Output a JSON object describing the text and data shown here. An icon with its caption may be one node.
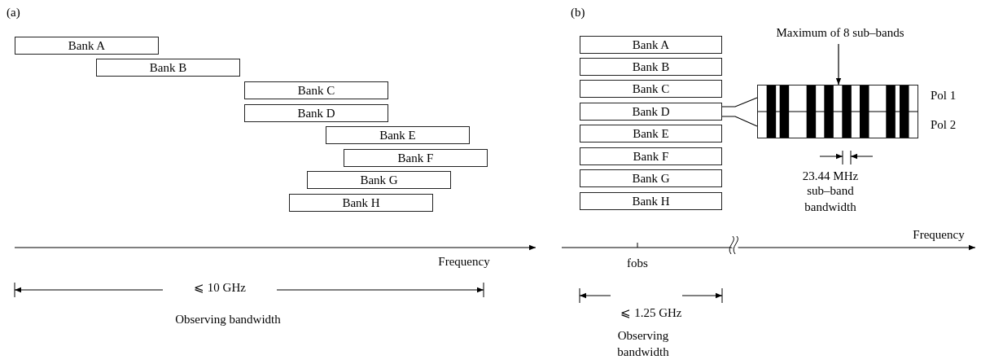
{
  "diagram": {
    "nodes": [
      {
        "text": [
          "Bank A"
        ]
      },
      {
        "text": [
          "Bank B"
        ]
      },
      {
        "text": [
          "Bank C"
        ]
      },
      {
        "text": [
          "Bank D"
        ]
      },
      {
        "text": [
          "Bank E"
        ]
      },
      {
        "text": [
          "Bank F"
        ]
      },
      {
        "text": [
          "Bank G"
        ]
      },
      {
        "text": [
          "Bank H"
        ]
      },
      {
        "text": [
          "Bank A"
        ]
      },
      {
        "text": [
          "Bank B"
        ]
      },
      {
        "text": [
          "Bank C"
        ]
      },
      {
        "text": [
          "Bank D"
        ]
      },
      {
        "text": [
          "Bank E"
        ]
      },
      {
        "text": [
          "Bank F"
        ]
      },
      {
        "text": [
          "Bank G"
        ]
      },
      {
        "text": [
          "Bank H"
        ]
      },
      {
        "text": [],
        "shape": "box",
        "beside": [
          "Pol 1",
          "Pol 2"
        ]
      },
      {
        "text": [
          "Maximum of 8 sub–bands"
        ]
      }
    ],
    "edges": [
      {
        "from": 17,
        "to": 16,
        "arrow": "to"
      },
      {
        "from": 11,
        "to": 16,
        "arrow": "none"
      },
      {
        "from": 11,
        "to": 16,
        "arrow": "none"
      }
    ],
    "labels": [
      "(a)",
      "(b)",
      "Frequency",
      "⩽ 10 GHz",
      "Observing bandwidth",
      "Frequency",
      "fobs",
      "23.44 MHz",
      "sub–band bandwidth",
      "⩽ 1.25 GHz",
      "Observing bandwidth"
    ]
  }
}
